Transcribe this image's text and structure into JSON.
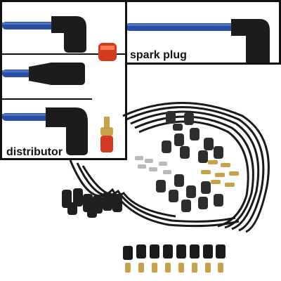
{
  "labels": {
    "spark_plug": "spark plug",
    "distributor": "distributor"
  },
  "colors": {
    "wire": "#2b4fa0",
    "wire_highlight": "#4d73c4",
    "boot": "#1c1c1c",
    "terminal_red": "#d23a22",
    "terminal_brass": "#c8a24a",
    "frame": "#111111"
  },
  "icons": [
    "spark-plug-boot",
    "distributor-boot",
    "wire-bundle",
    "terminal-clip"
  ]
}
